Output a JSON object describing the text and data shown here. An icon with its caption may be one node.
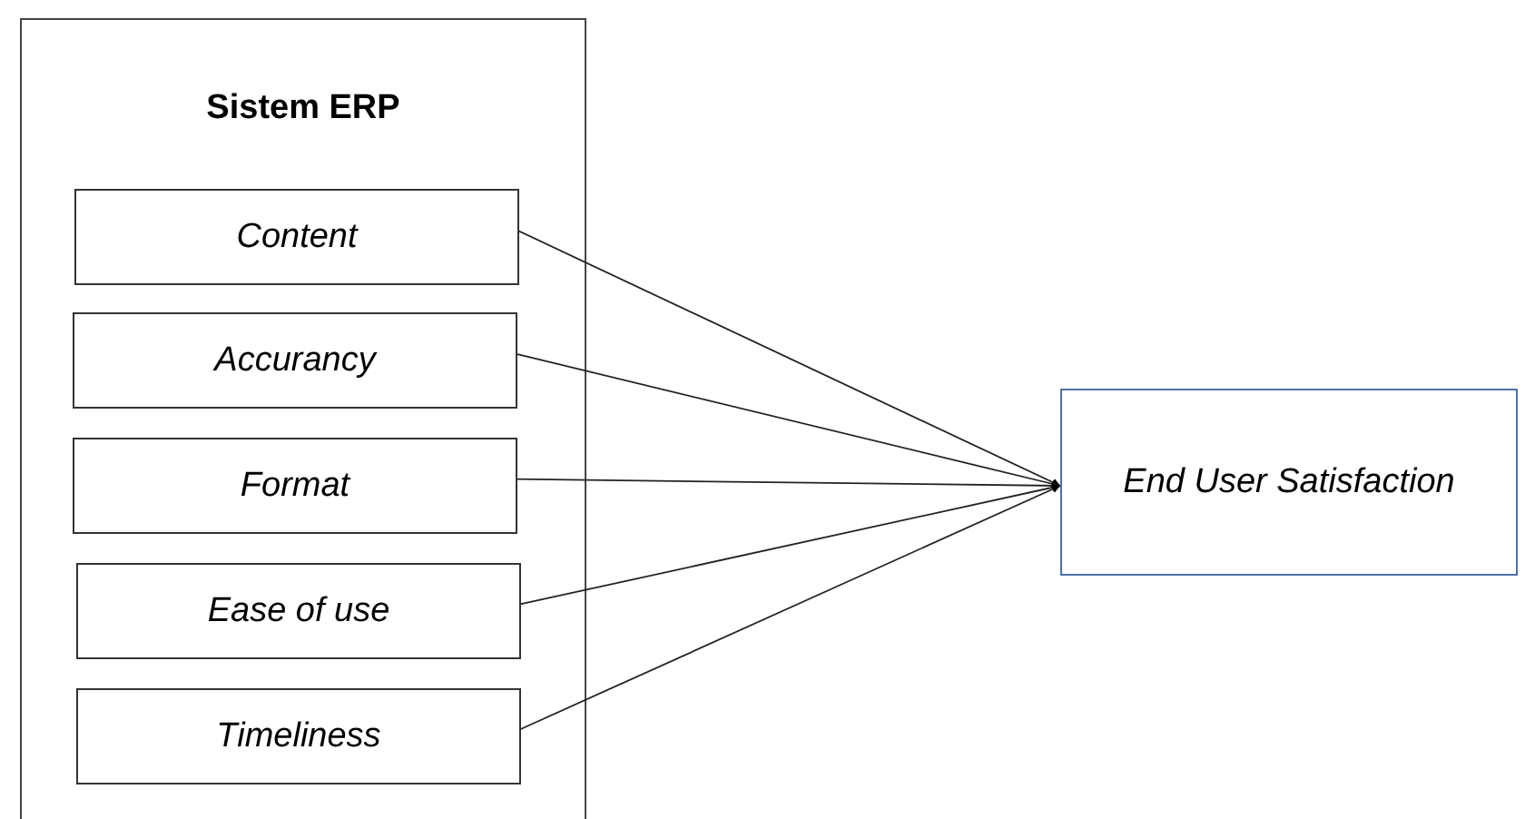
{
  "diagram": {
    "nodes": [
      {
        "text": [
          "Sistem ERP"
        ]
      },
      {
        "text": [
          "Content"
        ],
        "in": 0
      },
      {
        "text": [
          "Accurancy"
        ],
        "in": 0
      },
      {
        "text": [
          "Format"
        ],
        "in": 0
      },
      {
        "text": [
          "Ease of use"
        ],
        "in": 0
      },
      {
        "text": [
          "Timeliness"
        ],
        "in": 0
      },
      {
        "text": [
          "End User Satisfaction"
        ]
      }
    ],
    "edges": [
      {
        "from": 1,
        "to": 6,
        "arrow": "to"
      },
      {
        "from": 2,
        "to": 6,
        "arrow": "to"
      },
      {
        "from": 3,
        "to": 6,
        "arrow": "to"
      },
      {
        "from": 4,
        "to": 6,
        "arrow": "to"
      },
      {
        "from": 5,
        "to": 6,
        "arrow": "to"
      }
    ]
  }
}
